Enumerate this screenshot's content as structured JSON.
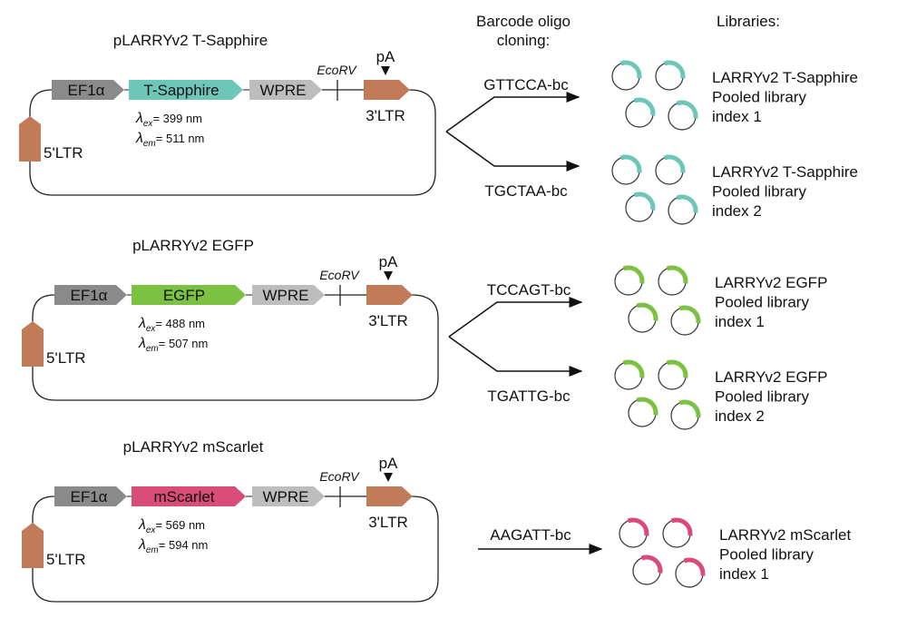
{
  "headers": {
    "barcode_line1": "Barcode oligo",
    "barcode_line2": "cloning:",
    "libraries": "Libraries:"
  },
  "colors": {
    "promoter": "#8a8a8a",
    "wpre": "#bdbdbd",
    "ltr": "#c27b58",
    "line": "#222222"
  },
  "plasmids": [
    {
      "title": "pLARRYv2 T-Sapphire",
      "promoter": "EF1α",
      "fp": "T-Sapphire",
      "fp_color": "#6ec6b9",
      "wpre": "WPRE",
      "site": "EcoRV",
      "pa": "pA",
      "ltr3": "3'LTR",
      "ltr5": "5'LTR",
      "ex": "= 399 nm",
      "em": "= 511 nm",
      "barcodes": [
        "GTTCCA-bc",
        "TGCTAA-bc"
      ],
      "libraries": [
        [
          "LARRYv2 T-Sapphire",
          "Pooled library",
          "index 1"
        ],
        [
          "LARRYv2 T-Sapphire",
          "Pooled library",
          "index 2"
        ]
      ]
    },
    {
      "title": "pLARRYv2 EGFP",
      "promoter": "EF1α",
      "fp": "EGFP",
      "fp_color": "#7cc242",
      "wpre": "WPRE",
      "site": "EcoRV",
      "pa": "pA",
      "ltr3": "3'LTR",
      "ltr5": "5'LTR",
      "ex": "= 488 nm",
      "em": "= 507 nm",
      "barcodes": [
        "TCCAGT-bc",
        "TGATTG-bc"
      ],
      "libraries": [
        [
          "LARRYv2 EGFP",
          "Pooled library",
          "index 1"
        ],
        [
          "LARRYv2 EGFP",
          "Pooled library",
          "index 2"
        ]
      ]
    },
    {
      "title": "pLARRYv2 mScarlet",
      "promoter": "EF1α",
      "fp": "mScarlet",
      "fp_color": "#d94c78",
      "wpre": "WPRE",
      "site": "EcoRV",
      "pa": "pA",
      "ltr3": "3'LTR",
      "ltr5": "5'LTR",
      "ex": "= 569 nm",
      "em": "= 594 nm",
      "barcodes": [
        "AAGATT-bc"
      ],
      "libraries": [
        [
          "LARRYv2 mScarlet",
          "Pooled library",
          "index 1"
        ]
      ]
    }
  ]
}
